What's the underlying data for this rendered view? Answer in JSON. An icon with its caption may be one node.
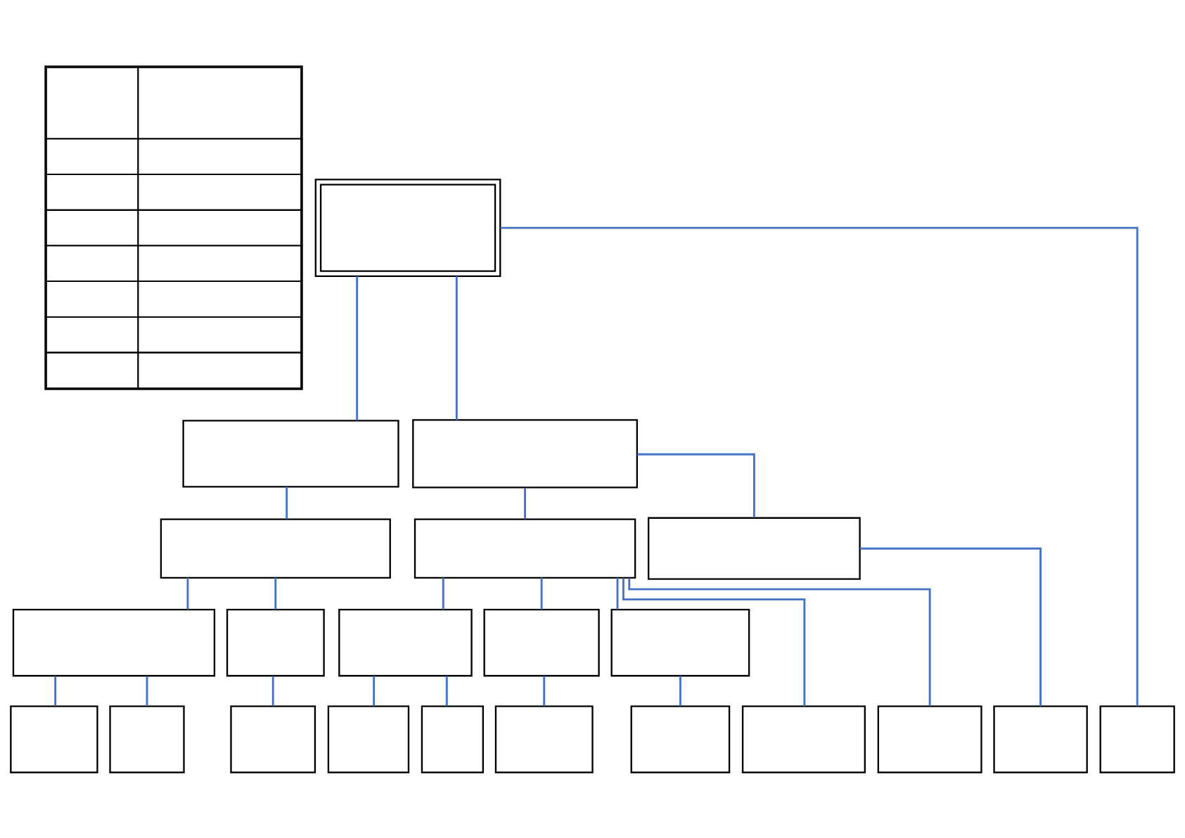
{
  "diagram": {
    "nodes": [
      {
        "text": [],
        "shape": "box"
      },
      {
        "text": [],
        "shape": "box"
      },
      {
        "text": [],
        "shape": "box"
      },
      {
        "text": [],
        "shape": "box"
      },
      {
        "text": [],
        "shape": "box"
      },
      {
        "text": [],
        "shape": "box"
      },
      {
        "text": [],
        "shape": "box"
      },
      {
        "text": [],
        "shape": "box"
      },
      {
        "text": [],
        "shape": "box"
      },
      {
        "text": [],
        "shape": "box"
      },
      {
        "text": [],
        "shape": "box"
      },
      {
        "text": [],
        "shape": "box"
      },
      {
        "text": [],
        "shape": "box"
      },
      {
        "text": [],
        "shape": "box"
      },
      {
        "text": [],
        "shape": "box"
      },
      {
        "text": [],
        "shape": "box"
      },
      {
        "text": [],
        "shape": "box"
      },
      {
        "text": [],
        "shape": "box"
      },
      {
        "text": [],
        "shape": "box"
      },
      {
        "text": [],
        "shape": "box"
      },
      {
        "text": [],
        "shape": "box"
      },
      {
        "text": [],
        "shape": "box"
      },
      {
        "text": [],
        "shape": "table"
      }
    ],
    "edges": [
      {
        "from": 0,
        "to": 1,
        "arrow": "none"
      },
      {
        "from": 0,
        "to": 2,
        "arrow": "none"
      },
      {
        "from": 0,
        "to": 21,
        "arrow": "none"
      },
      {
        "from": 1,
        "to": 3,
        "arrow": "none"
      },
      {
        "from": 2,
        "to": 4,
        "arrow": "none"
      },
      {
        "from": 2,
        "to": 5,
        "arrow": "none"
      },
      {
        "from": 3,
        "to": 6,
        "arrow": "none"
      },
      {
        "from": 3,
        "to": 7,
        "arrow": "none"
      },
      {
        "from": 4,
        "to": 8,
        "arrow": "none"
      },
      {
        "from": 4,
        "to": 9,
        "arrow": "none"
      },
      {
        "from": 4,
        "to": 10,
        "arrow": "none"
      },
      {
        "from": 4,
        "to": 18,
        "arrow": "none"
      },
      {
        "from": 4,
        "to": 19,
        "arrow": "none"
      },
      {
        "from": 5,
        "to": 20,
        "arrow": "none"
      },
      {
        "from": 6,
        "to": 11,
        "arrow": "none"
      },
      {
        "from": 6,
        "to": 12,
        "arrow": "none"
      },
      {
        "from": 7,
        "to": 13,
        "arrow": "none"
      },
      {
        "from": 8,
        "to": 14,
        "arrow": "none"
      },
      {
        "from": 8,
        "to": 15,
        "arrow": "none"
      },
      {
        "from": 9,
        "to": 16,
        "arrow": "none"
      },
      {
        "from": 10,
        "to": 17,
        "arrow": "none"
      }
    ]
  }
}
